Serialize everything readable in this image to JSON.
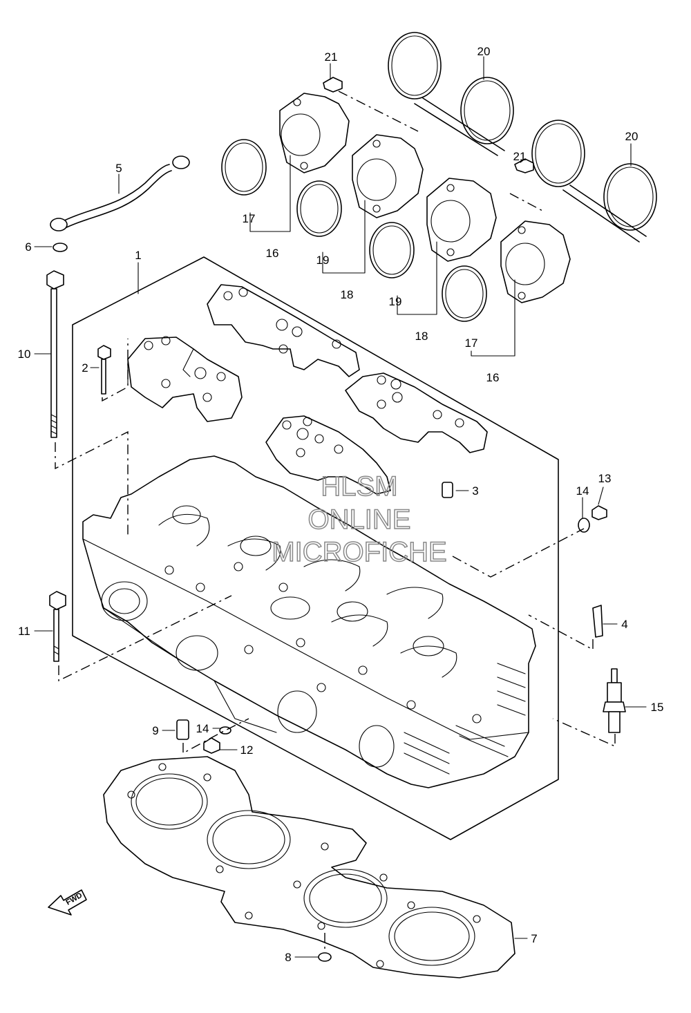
{
  "diagram": {
    "callouts": [
      {
        "id": "c1",
        "text": "1"
      },
      {
        "id": "c2",
        "text": "2"
      },
      {
        "id": "c3",
        "text": "3"
      },
      {
        "id": "c4",
        "text": "4"
      },
      {
        "id": "c5",
        "text": "5"
      },
      {
        "id": "c6",
        "text": "6"
      },
      {
        "id": "c7",
        "text": "7"
      },
      {
        "id": "c8",
        "text": "8"
      },
      {
        "id": "c9",
        "text": "9"
      },
      {
        "id": "c10",
        "text": "10"
      },
      {
        "id": "c11",
        "text": "11"
      },
      {
        "id": "c12",
        "text": "12"
      },
      {
        "id": "c13",
        "text": "13"
      },
      {
        "id": "c14a",
        "text": "14"
      },
      {
        "id": "c14b",
        "text": "14"
      },
      {
        "id": "c15",
        "text": "15"
      },
      {
        "id": "c16a",
        "text": "16"
      },
      {
        "id": "c16b",
        "text": "16"
      },
      {
        "id": "c17a",
        "text": "17"
      },
      {
        "id": "c17b",
        "text": "17"
      },
      {
        "id": "c18a",
        "text": "18"
      },
      {
        "id": "c18b",
        "text": "18"
      },
      {
        "id": "c19a",
        "text": "19"
      },
      {
        "id": "c19b",
        "text": "19"
      },
      {
        "id": "c20a",
        "text": "20"
      },
      {
        "id": "c20b",
        "text": "20"
      },
      {
        "id": "c21a",
        "text": "21"
      },
      {
        "id": "c21b",
        "text": "21"
      }
    ],
    "fwd_label": "FWD",
    "watermark": [
      "HLSM",
      "ONLINE",
      "MICROFICHE"
    ]
  }
}
